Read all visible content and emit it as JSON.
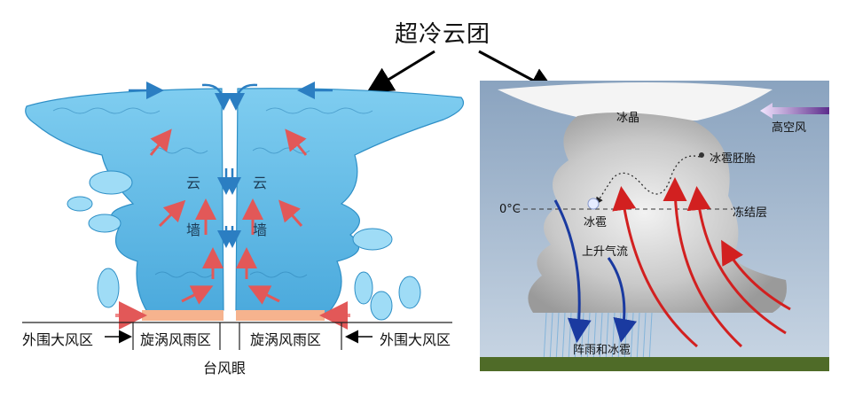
{
  "title": "超冷云团",
  "typhoon": {
    "outer_left": "外围大风区",
    "eyewall_left": "旋涡风雨区",
    "eyewall_right": "旋涡风雨区",
    "outer_right": "外围大风区",
    "eye": "台风眼",
    "cloud_left": "云",
    "wall_left": "墙",
    "cloud_right": "云",
    "wall_right": "墙"
  },
  "hail": {
    "ice_crystal": "冰晶",
    "high_wind": "高空风",
    "hail_embryo": "冰雹胚胎",
    "zero_c": "0°C",
    "hail": "冰雹",
    "freezing_level": "冻结层",
    "updraft": "上升气流",
    "rain_hail": "阵雨和冰雹"
  },
  "colors": {
    "cloud_blue": "#5fb7e6",
    "cloud_light": "#cfeefb",
    "updraft_red": "#d22020",
    "downdraft_blue": "#1a3aa0",
    "sky_top": "#8aa3bf",
    "sky_bottom": "#c9d6e4",
    "ground": "#4f6b28",
    "inflow_pink": "#f08a8a",
    "base_orange": "#f6b38e"
  }
}
